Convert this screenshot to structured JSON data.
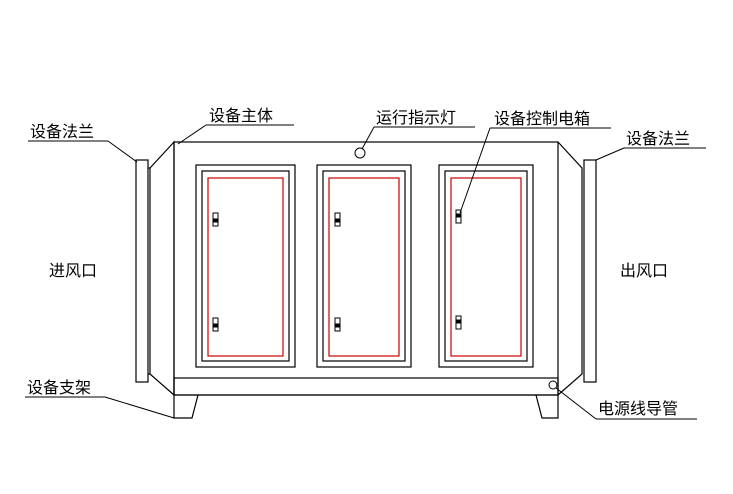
{
  "labels": {
    "inlet_flange": "设备法兰",
    "main_body": "设备主体",
    "indicator_light": "运行指示灯",
    "control_box": "设备控制电箱",
    "outlet_flange": "设备法兰",
    "air_inlet": "进风口",
    "air_outlet": "出风口",
    "support_stand": "设备支架",
    "power_conduit": "电源线导管"
  },
  "colors": {
    "line": "#000000",
    "inner_frame": "#cc0000",
    "background": "#ffffff"
  }
}
